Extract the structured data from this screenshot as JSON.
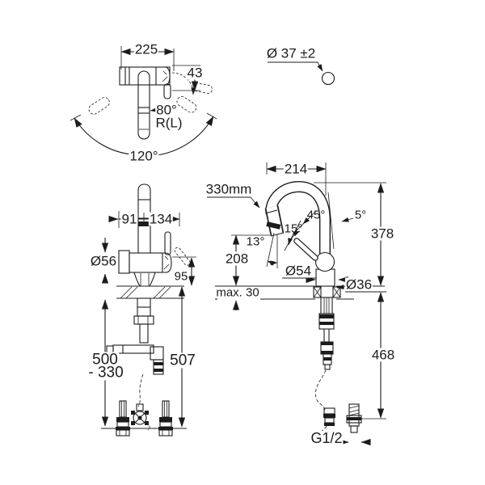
{
  "colors": {
    "background": "#ffffff",
    "line": "#1c1c1c"
  },
  "views": {
    "top": {
      "spout_width": "225",
      "body_depth": "43",
      "spout_angle": "80°",
      "rotation_direction": "R(L)",
      "swivel_range": "120°"
    },
    "hole": {
      "hole_diameter": "Ø 37 ±2"
    },
    "front": {
      "center_to_left": "91",
      "center_to_right": "134",
      "body_diameter": "Ø56",
      "outlet_height": "95",
      "supply_range_line1": "500",
      "supply_range_line2": "- 330",
      "total_height": "507"
    },
    "side": {
      "spout_reach": "214",
      "hose_extension": "330mm",
      "height_above_deck": "378",
      "lever_angle": "45°",
      "spout_tilt": "5°",
      "lever_tilt": "15°",
      "head_tilt": "13°",
      "outlet_height": "208",
      "base_diameter": "Ø54",
      "max_deck_thickness": "max. 30",
      "shank_diameter": "Ø36",
      "height_below_deck": "468",
      "thread_size": "G1/2"
    }
  }
}
